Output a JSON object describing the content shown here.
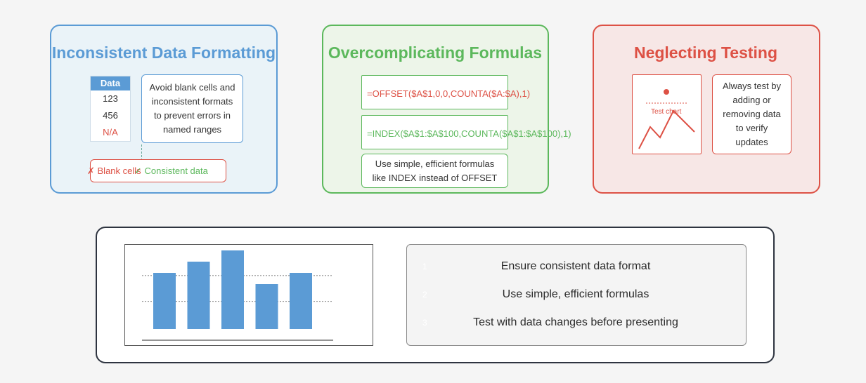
{
  "panel1": {
    "title": "Inconsistent Data Formatting",
    "table_header": "Data",
    "table_rows": [
      "123",
      "456",
      "N/A"
    ],
    "note": [
      "Avoid blank cells and",
      "inconsistent formats",
      "to prevent errors in",
      "named ranges"
    ],
    "legend_bad": "✗ Blank cells",
    "legend_good": "✓ Consistent data"
  },
  "panel2": {
    "title": "Overcomplicating Formulas",
    "formula_bad": "=OFFSET($A$1,0,0,COUNTA($A:$A),1)",
    "formula_good": "=INDEX($A$1:$A$100,COUNTA($A$1:$A$100),1)",
    "note": [
      "Use simple, efficient formulas",
      "like INDEX instead of OFFSET"
    ]
  },
  "panel3": {
    "title": "Neglecting Testing",
    "chart_label": "Test chart",
    "note": [
      "Always test by",
      "adding or",
      "removing data",
      "to verify",
      "updates"
    ]
  },
  "summary": {
    "tips": [
      {
        "num": "1",
        "text": "Ensure consistent data format"
      },
      {
        "num": "2",
        "text": "Use simple, efficient formulas"
      },
      {
        "num": "3",
        "text": "Test with data changes before presenting"
      }
    ]
  },
  "chart_data": {
    "type": "bar",
    "values": [
      5,
      6,
      7,
      4,
      5
    ],
    "ylim": [
      0,
      7
    ],
    "grid": true
  },
  "colors": {
    "blue": "#5b9bd5",
    "green": "#5cb85c",
    "red": "#dd5145",
    "bar": "#5b9bd5"
  }
}
